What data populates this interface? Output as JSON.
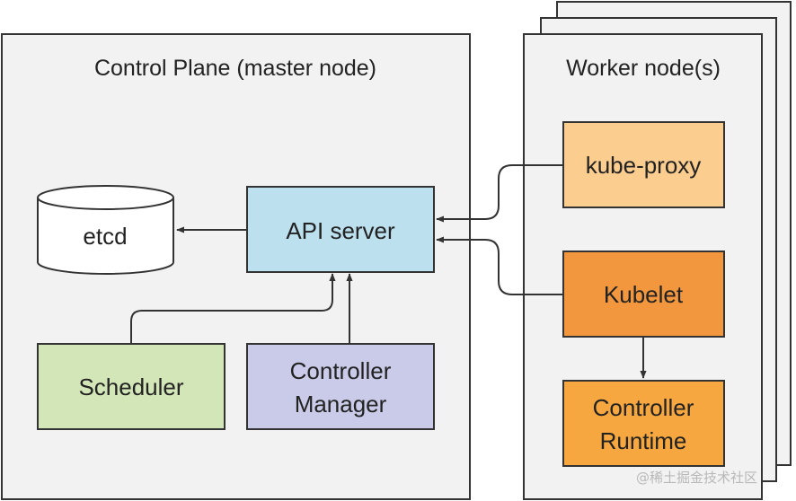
{
  "diagram": {
    "control_plane": {
      "title": "Control Plane (master node)",
      "fill": "#f2f2f2"
    },
    "worker": {
      "title": "Worker node(s)",
      "fill": "#f2f2f2"
    },
    "nodes": {
      "etcd": {
        "label": "etcd",
        "fill": "#ffffff",
        "shape": "cylinder"
      },
      "api_server": {
        "label": "API server",
        "fill": "#bde0ef"
      },
      "scheduler": {
        "label": "Scheduler",
        "fill": "#d3e6b8"
      },
      "controller_manager": {
        "line1": "Controller",
        "line2": "Manager",
        "fill": "#c9cbe8"
      },
      "kube_proxy": {
        "label": "kube-proxy",
        "fill": "#fbcd8f"
      },
      "kubelet": {
        "label": "Kubelet",
        "fill": "#f3973f"
      },
      "controller_runtime": {
        "line1": "Controller",
        "line2": "Runtime",
        "fill": "#f6a73f"
      }
    },
    "edges": [
      {
        "from": "API server",
        "to": "etcd"
      },
      {
        "from": "Scheduler",
        "to": "API server"
      },
      {
        "from": "Controller Manager",
        "to": "API server"
      },
      {
        "from": "kube-proxy",
        "to": "API server"
      },
      {
        "from": "Kubelet",
        "to": "API server"
      },
      {
        "from": "Kubelet",
        "to": "Controller Runtime"
      }
    ],
    "stroke_color": "#333333",
    "watermark": "@稀土掘金技术社区"
  }
}
